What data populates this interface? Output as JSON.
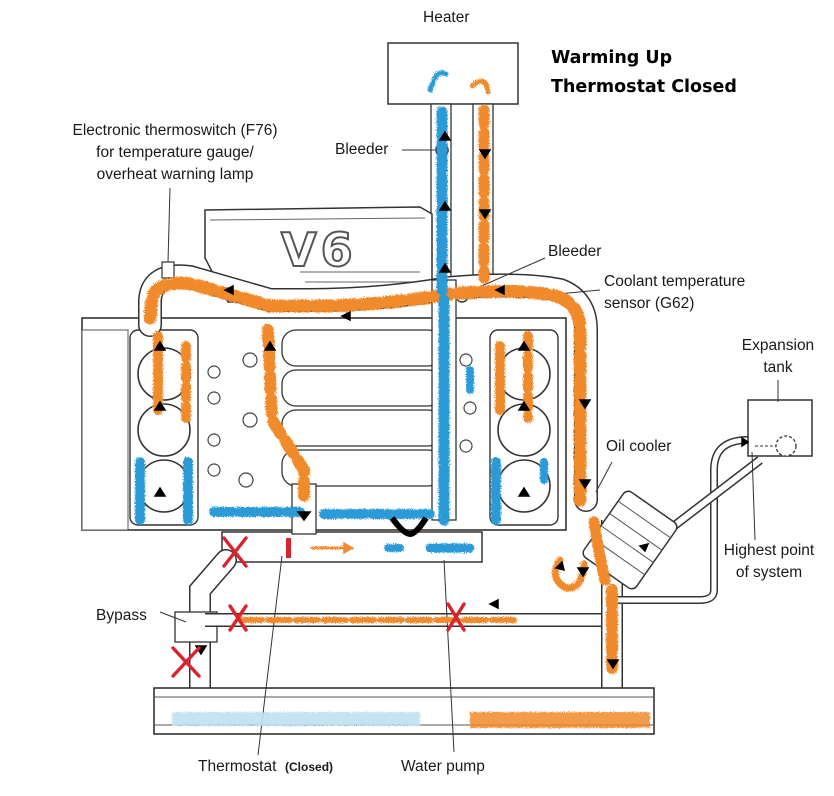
{
  "title": {
    "line1": "Warming Up",
    "line2": "Thermostat Closed"
  },
  "engine_badge": "V6",
  "labels": {
    "heater": "Heater",
    "bleeder_top": "Bleeder",
    "bleeder_right": "Bleeder",
    "thermoswitch_line1": "Electronic thermoswitch (F76)",
    "thermoswitch_line2": "for temperature gauge/",
    "thermoswitch_line3": "overheat warning lamp",
    "coolant_sensor_line1": "Coolant temperature",
    "coolant_sensor_line2": "sensor (G62)",
    "expansion_line1": "Expansion",
    "expansion_line2": "tank",
    "oil_cooler": "Oil cooler",
    "highest_line1": "Highest point",
    "highest_line2": "of system",
    "bypass": "Bypass",
    "thermostat": "Thermostat",
    "thermostat_state": "(Closed)",
    "water_pump": "Water pump"
  },
  "colors": {
    "hot_coolant": "#f08a2c",
    "cold_coolant": "#2b9bd6",
    "blocked_mark": "#d9232d",
    "outline": "#333333"
  }
}
